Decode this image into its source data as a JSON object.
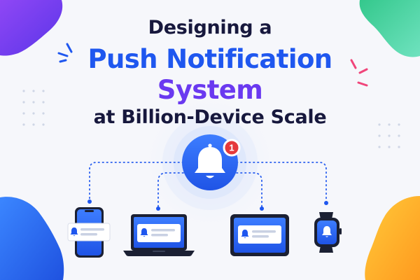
{
  "title": {
    "line1": "Designing a",
    "line2": "Push Notification",
    "line3": "System",
    "line4": "at Billion-Device Scale"
  },
  "hub": {
    "icon": "bell-icon",
    "badge_count": "1"
  },
  "devices": [
    {
      "type": "phone",
      "icon": "smartphone-icon"
    },
    {
      "type": "laptop",
      "icon": "laptop-icon"
    },
    {
      "type": "tablet",
      "icon": "tablet-icon"
    },
    {
      "type": "smartwatch",
      "icon": "smartwatch-icon"
    }
  ],
  "colors": {
    "primary_blue": "#1f57ef",
    "accent_purple": "#6a39f0",
    "heading_navy": "#17183d",
    "badge_red": "#e5393b",
    "blob_green": "#3fd3a3",
    "blob_orange": "#ffb22a",
    "blob_purple": "#7b4cf4"
  }
}
